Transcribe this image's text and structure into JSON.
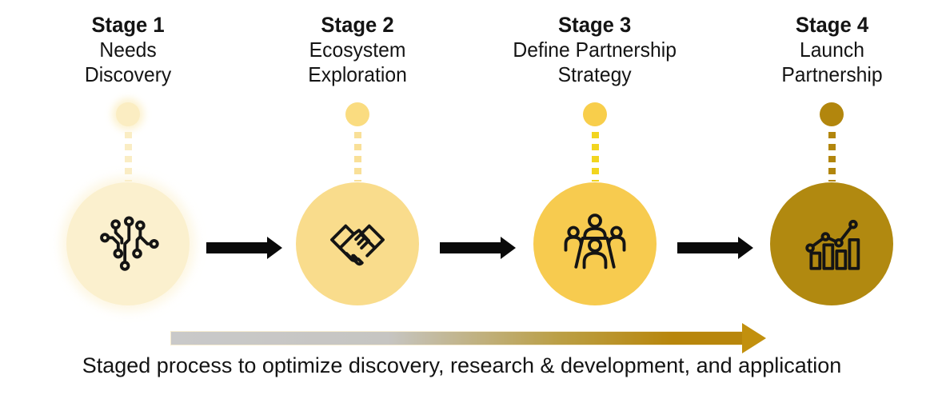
{
  "stages": [
    {
      "title": "Stage 1",
      "line1": "Needs",
      "line2": "Discovery",
      "icon": "circuit-icon",
      "circle_color": "#FBF0CE",
      "node_color": "#FBEDC2",
      "dots_color": "#FAEDC4"
    },
    {
      "title": "Stage 2",
      "line1": "Ecosystem",
      "line2": "Exploration",
      "icon": "handshake-icon",
      "circle_color": "#F9DC8C",
      "node_color": "#FADC80",
      "dots_color": "#F9E098"
    },
    {
      "title": "Stage 3",
      "line1": "Define Partnership",
      "line2": "Strategy",
      "icon": "meeting-icon",
      "circle_color": "#F7CB4F",
      "node_color": "#F8CE4B",
      "dots_color": "#F2D51F"
    },
    {
      "title": "Stage 4",
      "line1": "Launch",
      "line2": "Partnership",
      "icon": "growth-chart-icon",
      "circle_color": "#B18910",
      "node_color": "#B2860D",
      "dots_color": "#B2860D"
    }
  ],
  "caption": "Staged process to optimize discovery, research & development, and application",
  "colors": {
    "flow_arrow": "#0A0A0A",
    "timeline_gradient_start": "#C9C9C9",
    "timeline_gradient_end": "#B8860B",
    "timeline_arrowhead": "#C2900E",
    "text": "#141414",
    "background": "#FFFFFF"
  }
}
